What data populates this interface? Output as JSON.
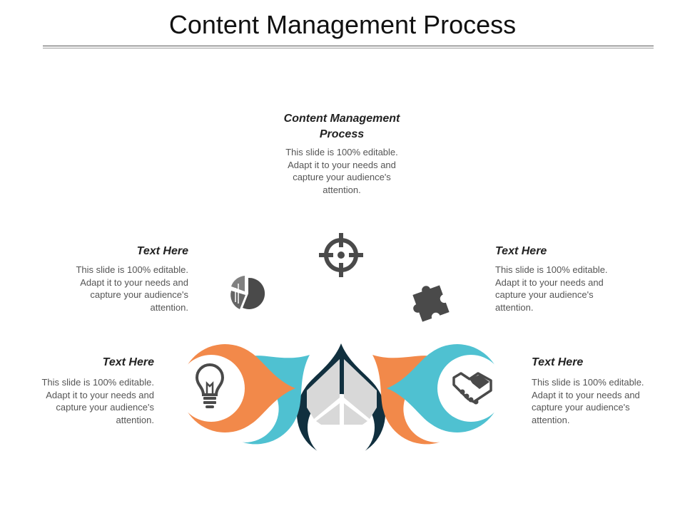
{
  "title": "Content Management Process",
  "colors": {
    "navy": "#11303f",
    "teal": "#4fc1d1",
    "orange": "#f2894a",
    "icon": "#4a4a4a",
    "center_logo": "#d8d8d8"
  },
  "steps": [
    {
      "id": "top",
      "heading": "Content Management Process",
      "body": "This slide is 100% editable. Adapt it to your needs and capture your audience's attention.",
      "color": "navy",
      "icon": "target-icon"
    },
    {
      "id": "upper-left",
      "heading": "Text Here",
      "body": "This slide is 100% editable. Adapt it to your needs and capture your audience's attention.",
      "color": "teal",
      "icon": "pie-chart-icon"
    },
    {
      "id": "upper-right",
      "heading": "Text Here",
      "body": "This slide is 100% editable. Adapt it to your needs and capture your audience's attention.",
      "color": "orange",
      "icon": "puzzle-icon"
    },
    {
      "id": "lower-left",
      "heading": "Text Here",
      "body": "This slide is 100% editable. Adapt it to your needs and capture your audience's attention.",
      "color": "orange",
      "icon": "lightbulb-icon"
    },
    {
      "id": "lower-right",
      "heading": "Text Here",
      "body": "This slide is 100% editable. Adapt it to your needs and capture your audience's attention.",
      "color": "teal",
      "icon": "handshake-icon"
    }
  ]
}
